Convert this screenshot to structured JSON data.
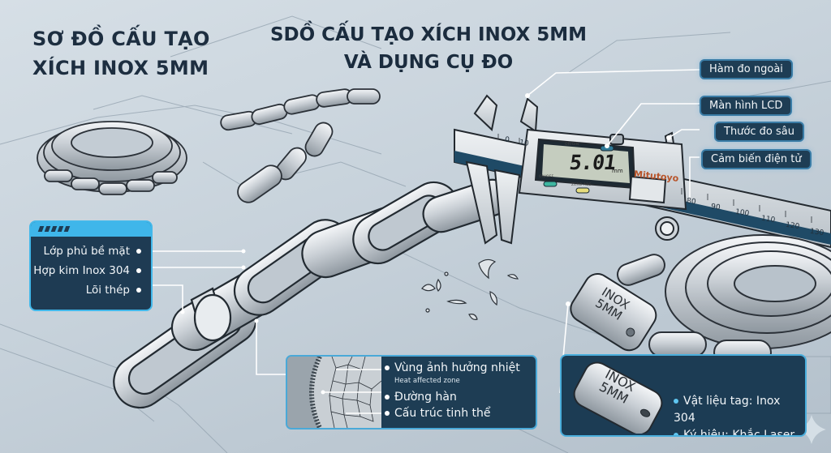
{
  "titles": {
    "left_line1": "SƠ ĐỒ CẤU TẠO",
    "left_line2": "XÍCH INOX 5MM",
    "center_line1": "SDỒ CẤU TẠO XÍCH INOX 5MM",
    "center_line2": "VÀ DỤNG CỤ ĐO"
  },
  "caliper_callouts": [
    {
      "label": "Hàm đo ngoài"
    },
    {
      "label": "Màn hình LCD"
    },
    {
      "label": "Thước đo sâu"
    },
    {
      "label": "Cảm biến điện tử"
    }
  ],
  "caliper": {
    "reading": "5.01",
    "unit": "mm",
    "brand": "Mitutoyo",
    "button_labels": [
      "ORIGIN",
      "ON/OFF",
      "ZERO ABS"
    ],
    "scale_main": [
      "0",
      "10"
    ],
    "scale_ruler": [
      "80",
      "90",
      "100",
      "110",
      "120",
      "130"
    ]
  },
  "layer_panel": {
    "rows": [
      {
        "label": "Lớp phủ bề mặt"
      },
      {
        "label": "Hợp kim Inox 304"
      },
      {
        "label": "Lõi thép"
      }
    ]
  },
  "weld_panel": {
    "rows": [
      {
        "label": "Vùng ảnh hưởng nhiệt",
        "sub": "Heat affected zone"
      },
      {
        "label": "Đường hàn"
      },
      {
        "label": "Cấu trúc tinh thể"
      }
    ]
  },
  "tag": {
    "engraving_line1": "INOX",
    "engraving_line2": "5MM",
    "details": [
      {
        "label": "Vật liệu tag: Inox 304"
      },
      {
        "label": "Ký hiệu: Khắc Laser"
      }
    ]
  },
  "colors": {
    "background": "#c7d2db",
    "panel_dark": "#1e3d54",
    "accent_cyan": "#3fb6ea",
    "title_text": "#1d2e40",
    "steel": "#cfd5da"
  }
}
